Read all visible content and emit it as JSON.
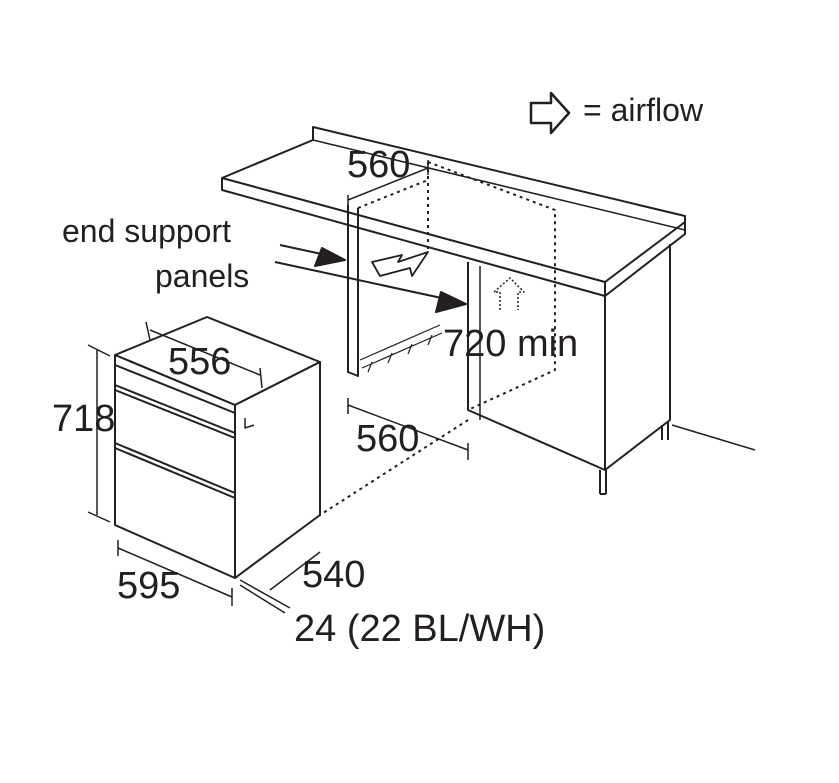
{
  "legend": {
    "icon": "outline-arrow-right-icon",
    "text": "= airflow"
  },
  "labels": {
    "width_top": "560",
    "end_support_line1": "end support",
    "end_support_line2": "panels",
    "height_min": "720 min",
    "oven_width_top": "556",
    "oven_height": "718",
    "width_bottom": "560",
    "oven_depth": "540",
    "oven_width": "595",
    "front_offset": "24 (22 BL/WH)"
  },
  "colors": {
    "line": "#231f20",
    "background": "#ffffff"
  }
}
